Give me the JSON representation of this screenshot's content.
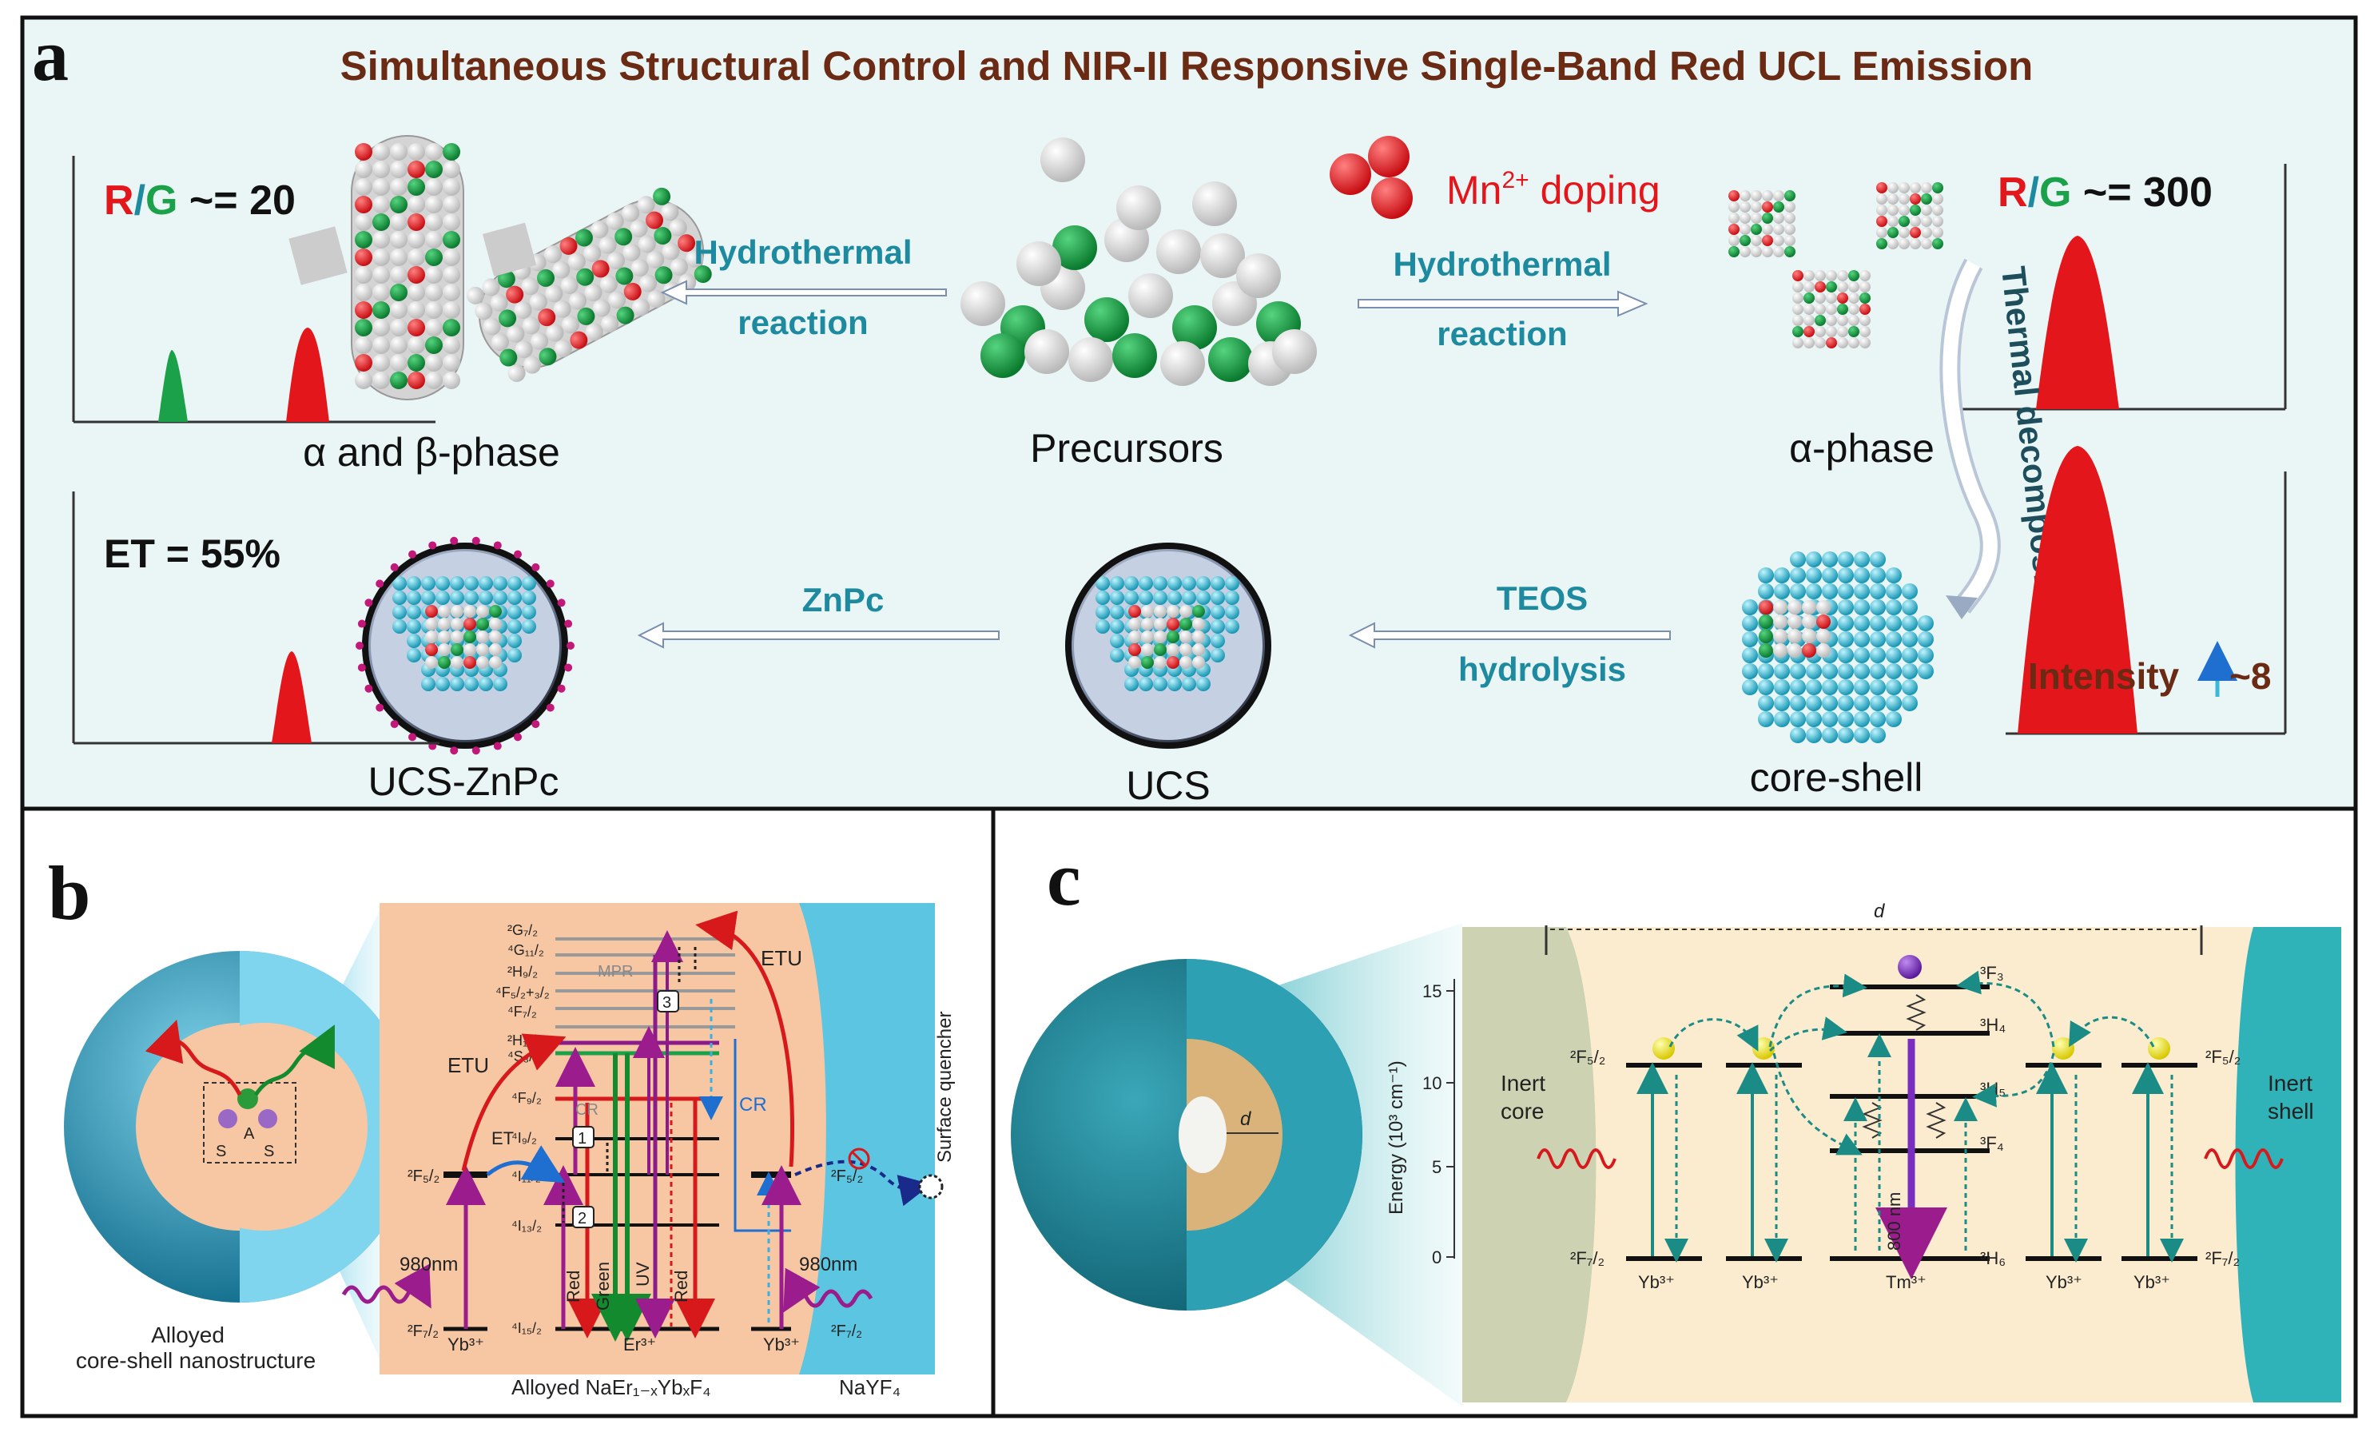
{
  "colors": {
    "panel_a_bg": "#eaf6f6",
    "red": "#e3161b",
    "green": "#1aa14a",
    "teal": "#1d8aa0",
    "brown": "#6b2a14",
    "panel_b_orange": "#f9c9a0",
    "panel_b_blue": "#5cc6e2",
    "panel_c_cream": "#fbeccf",
    "panel_c_teal": "#2fb2b8",
    "purple": "#9b1c8c"
  },
  "panel_a": {
    "letter": "a",
    "title": "Simultaneous Structural Control and NIR-II Responsive Single-Band Red UCL Emission",
    "rg1": {
      "r": "R",
      "slash": "/",
      "g": "G",
      "val": " ~= 20"
    },
    "rg2": {
      "r": "R",
      "slash": "/",
      "g": "G",
      "val": " ~= 300"
    },
    "label_ab": "α and β-phase",
    "label_prec": "Precursors",
    "label_alpha": "α-phase",
    "label_ucsznpc": "UCS-ZnPc",
    "label_ucs": "UCS",
    "label_cs": "core-shell",
    "hydro1": "Hydrothermal",
    "react1": "reaction",
    "hydro2": "Hydrothermal",
    "react2": "reaction",
    "mn": "Mn",
    "mn_sup": "2+",
    "doping": " doping",
    "thermal": "Thermal decomposition",
    "et": "ET = 55%",
    "znpc": "ZnPc",
    "teos": "TEOS",
    "hydrolysis": "hydrolysis",
    "intensity": "Intensity",
    "int_val": "~8"
  },
  "panel_b": {
    "letter": "b",
    "alloyed1": "Alloyed",
    "alloyed2": "core-shell nanostructure",
    "a": "A",
    "s1": "S",
    "s2": "S",
    "nm980_l": "980nm",
    "nm980_r": "980nm",
    "etu1": "ETU",
    "etu2": "ETU",
    "et": "ET",
    "cr1": "CR",
    "cr2": "CR",
    "mpr": "MPR",
    "surface": "Surface quencher",
    "yb_l": "Yb³⁺",
    "er": "Er³⁺",
    "yb_r": "Yb³⁺",
    "bottom_left": "Alloyed NaEr₁₋ₓYbₓF₄",
    "bottom_right": "NaYF₄",
    "red1": "Red",
    "green": "Green",
    "uv": "UV",
    "red2": "Red",
    "n1": "1",
    "n2": "2",
    "n3": "3",
    "levels": [
      "²G₇/₂",
      "⁴G₁₁/₂",
      "²H₉/₂",
      "⁴F₅/₂+₃/₂",
      "⁴F₇/₂",
      "²H₁₁/₂",
      "⁴S₃/₂",
      "⁴F₉/₂",
      "⁴I₉/₂",
      "⁴I₁₁/₂",
      "⁴I₁₃/₂",
      "⁴I₁₅/₂"
    ],
    "f52l": "²F₅/₂",
    "f72l": "²F₇/₂",
    "f52r": "²F₅/₂",
    "f72r": "²F₇/₂"
  },
  "panel_c": {
    "letter": "c",
    "d": "d",
    "d_top": "d",
    "inert_core1": "Inert",
    "inert_core2": "core",
    "inert_shell1": "Inert",
    "inert_shell2": "shell",
    "energy_label": "Energy (10³ cm⁻¹)",
    "ticks": [
      "15",
      "10",
      "5",
      "0"
    ],
    "f52_l": "²F₅/₂",
    "f72_l": "²F₇/₂",
    "f52_r": "²F₅/₂",
    "f72_r": "²F₇/₂",
    "tm_levels": [
      "³F₃",
      "³H₄",
      "³H₅",
      "³F₄",
      "³H₆"
    ],
    "nm800": "800 nm",
    "ions": [
      "Yb³⁺",
      "Yb³⁺",
      "Tm³⁺",
      "Yb³⁺",
      "Yb³⁺"
    ]
  }
}
